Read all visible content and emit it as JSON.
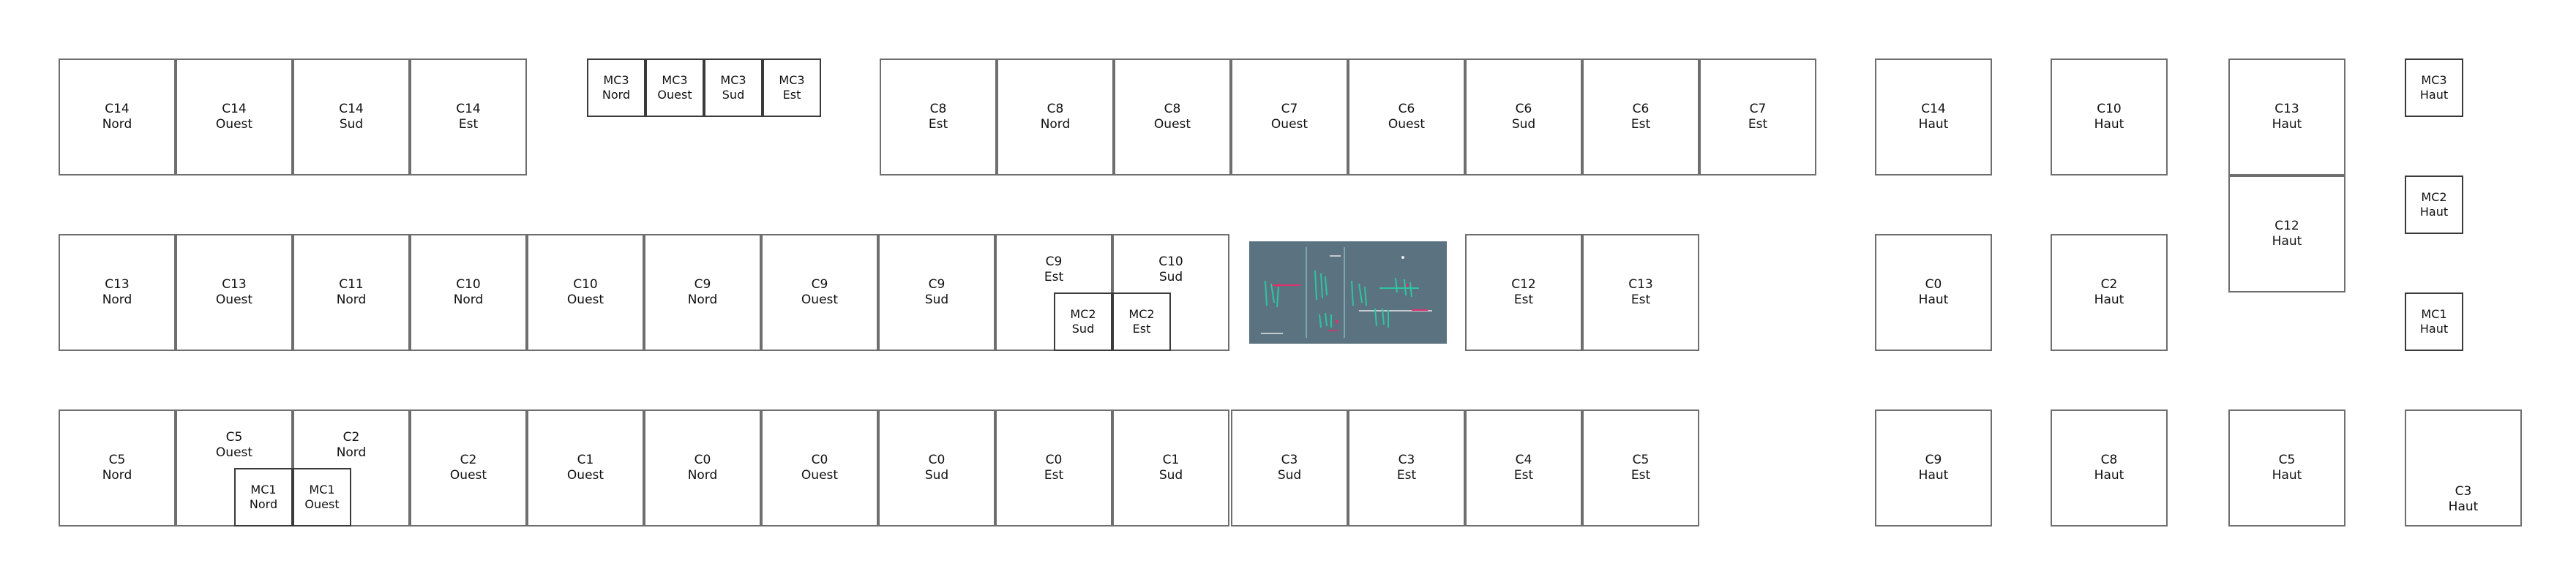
{
  "tiles": [
    {
      "id": "t1",
      "line1": "C14",
      "line2": "Nord"
    },
    {
      "id": "t2",
      "line1": "C14",
      "line2": "Ouest"
    },
    {
      "id": "t3",
      "line1": "C14",
      "line2": "Sud"
    },
    {
      "id": "t4",
      "line1": "C14",
      "line2": "Est"
    },
    {
      "id": "t5",
      "line1": "MC3",
      "line2": "Nord"
    },
    {
      "id": "t6",
      "line1": "MC3",
      "line2": "Ouest"
    },
    {
      "id": "t7",
      "line1": "MC3",
      "line2": "Sud"
    },
    {
      "id": "t8",
      "line1": "MC3",
      "line2": "Est"
    },
    {
      "id": "t9",
      "line1": "C8",
      "line2": "Est"
    },
    {
      "id": "t10",
      "line1": "C8",
      "line2": "Nord"
    },
    {
      "id": "t11",
      "line1": "C8",
      "line2": "Ouest"
    },
    {
      "id": "t12",
      "line1": "C7",
      "line2": "Ouest"
    },
    {
      "id": "t13",
      "line1": "C6",
      "line2": "Ouest"
    },
    {
      "id": "t14",
      "line1": "C6",
      "line2": "Sud"
    },
    {
      "id": "t15",
      "line1": "C6",
      "line2": "Est"
    },
    {
      "id": "t16",
      "line1": "C7",
      "line2": "Est"
    },
    {
      "id": "t17",
      "line1": "C14",
      "line2": "Haut"
    },
    {
      "id": "t18",
      "line1": "C10",
      "line2": "Haut"
    },
    {
      "id": "t19",
      "line1": "C13",
      "line2": "Haut"
    },
    {
      "id": "t20",
      "line1": "MC3",
      "line2": "Haut"
    },
    {
      "id": "t21",
      "line1": "C13",
      "line2": "Nord"
    },
    {
      "id": "t22",
      "line1": "C13",
      "line2": "Ouest"
    },
    {
      "id": "t23",
      "line1": "C11",
      "line2": "Nord"
    },
    {
      "id": "t24",
      "line1": "C10",
      "line2": "Nord"
    },
    {
      "id": "t25",
      "line1": "C10",
      "line2": "Ouest"
    },
    {
      "id": "t26",
      "line1": "C9",
      "line2": "Nord"
    },
    {
      "id": "t27",
      "line1": "C9",
      "line2": "Ouest"
    },
    {
      "id": "t28",
      "line1": "C9",
      "line2": "Sud"
    },
    {
      "id": "t29",
      "line1": "C9",
      "line2": "Est"
    },
    {
      "id": "t30",
      "line1": "C10",
      "line2": "Sud"
    },
    {
      "id": "t31",
      "line1": "MC2",
      "line2": "Sud"
    },
    {
      "id": "t32",
      "line1": "MC2",
      "line2": "Est"
    },
    {
      "id": "t33",
      "line1": "C12",
      "line2": "Est"
    },
    {
      "id": "t34",
      "line1": "C13",
      "line2": "Est"
    },
    {
      "id": "t35",
      "line1": "C0",
      "line2": "Haut"
    },
    {
      "id": "t36",
      "line1": "C2",
      "line2": "Haut"
    },
    {
      "id": "t37",
      "line1": "C12",
      "line2": "Haut"
    },
    {
      "id": "t38",
      "line1": "MC2",
      "line2": "Haut"
    },
    {
      "id": "t39",
      "line1": "MC1",
      "line2": "Haut"
    },
    {
      "id": "t40",
      "line1": "C5",
      "line2": "Nord"
    },
    {
      "id": "t41",
      "line1": "C5",
      "line2": "Ouest"
    },
    {
      "id": "t42",
      "line1": "C2",
      "line2": "Nord"
    },
    {
      "id": "t43",
      "line1": "MC1",
      "line2": "Nord"
    },
    {
      "id": "t44",
      "line1": "MC1",
      "line2": "Ouest"
    },
    {
      "id": "t45",
      "line1": "C2",
      "line2": "Ouest"
    },
    {
      "id": "t46",
      "line1": "C1",
      "line2": "Ouest"
    },
    {
      "id": "t47",
      "line1": "C0",
      "line2": "Nord"
    },
    {
      "id": "t48",
      "line1": "C0",
      "line2": "Ouest"
    },
    {
      "id": "t49",
      "line1": "C0",
      "line2": "Sud"
    },
    {
      "id": "t50",
      "line1": "C0",
      "line2": "Est"
    },
    {
      "id": "t51",
      "line1": "C1",
      "line2": "Sud"
    },
    {
      "id": "t52",
      "line1": "C3",
      "line2": "Sud"
    },
    {
      "id": "t53",
      "line1": "C3",
      "line2": "Est"
    },
    {
      "id": "t54",
      "line1": "C4",
      "line2": "Est"
    },
    {
      "id": "t55",
      "line1": "C5",
      "line2": "Est"
    },
    {
      "id": "t56",
      "line1": "C9",
      "line2": "Haut"
    },
    {
      "id": "t57",
      "line1": "C8",
      "line2": "Haut"
    },
    {
      "id": "t58",
      "line1": "C5",
      "line2": "Haut"
    },
    {
      "id": "t59",
      "line1": "C3",
      "line2": "Haut"
    }
  ],
  "colors": {
    "border": "#6e6e6e",
    "thumbnail_bg": "#5b7380",
    "thumbnail_accent": "#2ec4a0",
    "thumbnail_mark": "#e0306a"
  }
}
